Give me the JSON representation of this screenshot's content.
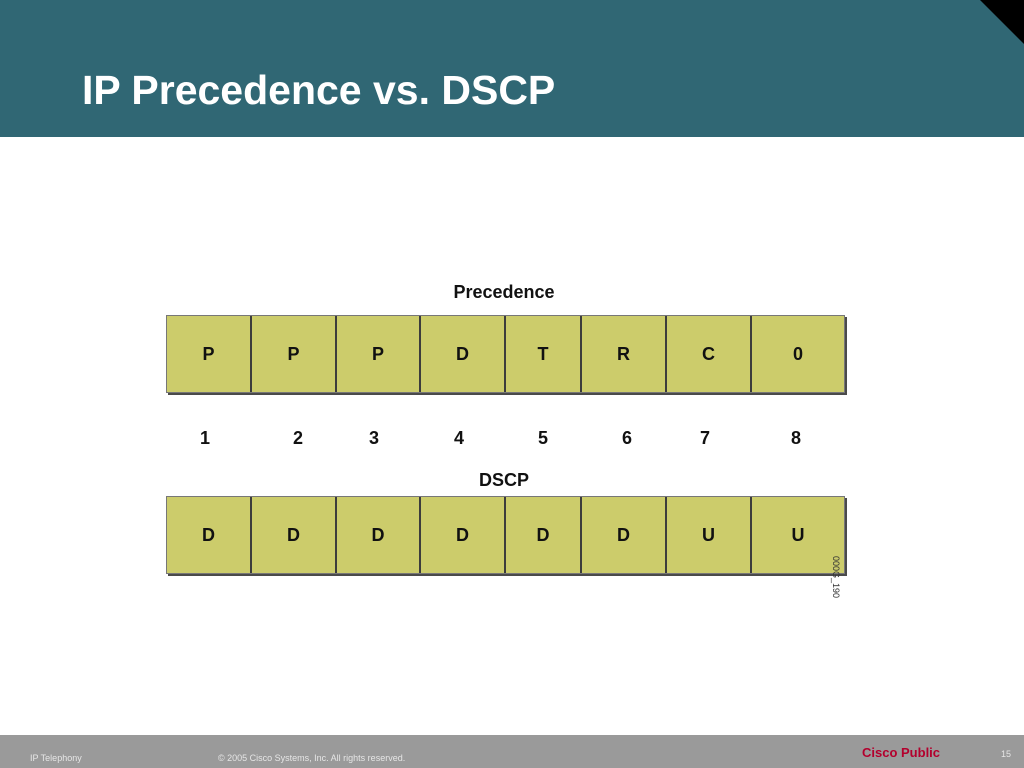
{
  "slide": {
    "title": "IP Precedence vs. DSCP"
  },
  "diagram": {
    "precedence": {
      "label": "Precedence",
      "cells": [
        "P",
        "P",
        "P",
        "D",
        "T",
        "R",
        "C",
        "0"
      ]
    },
    "bit_numbers": [
      "1",
      "2",
      "3",
      "4",
      "5",
      "6",
      "7",
      "8"
    ],
    "dscp": {
      "label": "DSCP",
      "cells": [
        "D",
        "D",
        "D",
        "D",
        "D",
        "D",
        "U",
        "U"
      ]
    },
    "figure_id": "000G_190"
  },
  "footer": {
    "left_text": "IP Telephony",
    "copyright": "© 2005 Cisco Systems, Inc. All rights reserved.",
    "classification": "Cisco Public",
    "page_number": "15"
  },
  "colors": {
    "header_bg": "#306774",
    "cell_fill": "#cccc6b",
    "footer_bg": "#9a9a9a",
    "classification_text": "#b3002d"
  }
}
